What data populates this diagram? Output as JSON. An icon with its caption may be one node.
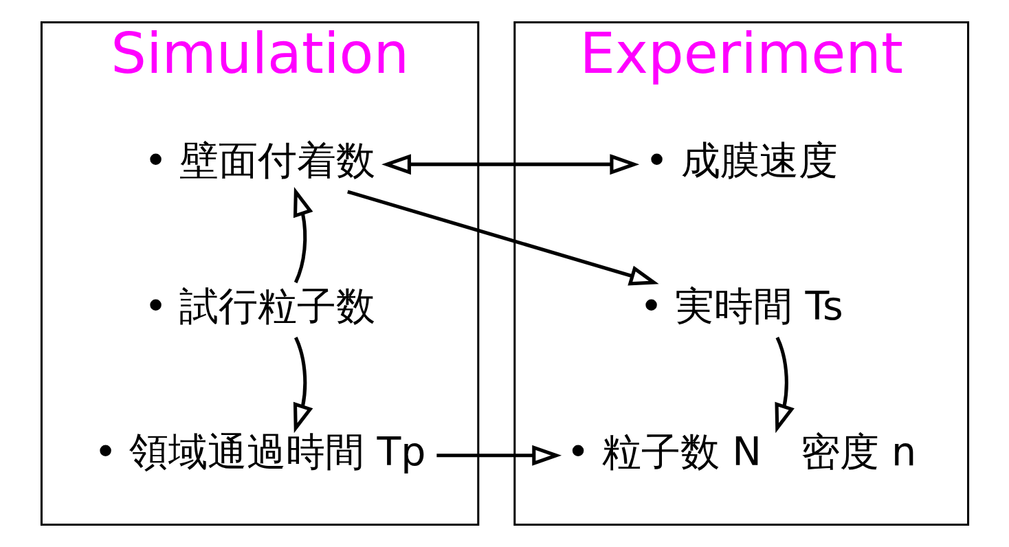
{
  "diagram": {
    "nodes": [
      {
        "text": [
          "Simulation"
        ]
      },
      {
        "text": [
          "• 壁面付着数"
        ],
        "in": 0
      },
      {
        "text": [
          "• 試行粒子数"
        ],
        "in": 0
      },
      {
        "text": [
          "• 領域通過時間 Tp"
        ],
        "in": 0
      },
      {
        "text": [
          "Experiment"
        ]
      },
      {
        "text": [
          "• 成膜速度"
        ],
        "in": 4
      },
      {
        "text": [
          "• 実時間 Ts"
        ],
        "in": 4
      },
      {
        "text": [
          "• 粒子数 N　密度 n"
        ],
        "in": 4
      }
    ],
    "edges": [
      {
        "from": 1,
        "to": 5,
        "arrow": "both"
      },
      {
        "from": 2,
        "to": 1,
        "arrow": "to"
      },
      {
        "from": 1,
        "to": 6,
        "arrow": "to"
      },
      {
        "from": 2,
        "to": 3,
        "arrow": "to"
      },
      {
        "from": 6,
        "to": 7,
        "arrow": "to"
      },
      {
        "from": 3,
        "to": 7,
        "arrow": "to"
      }
    ]
  }
}
